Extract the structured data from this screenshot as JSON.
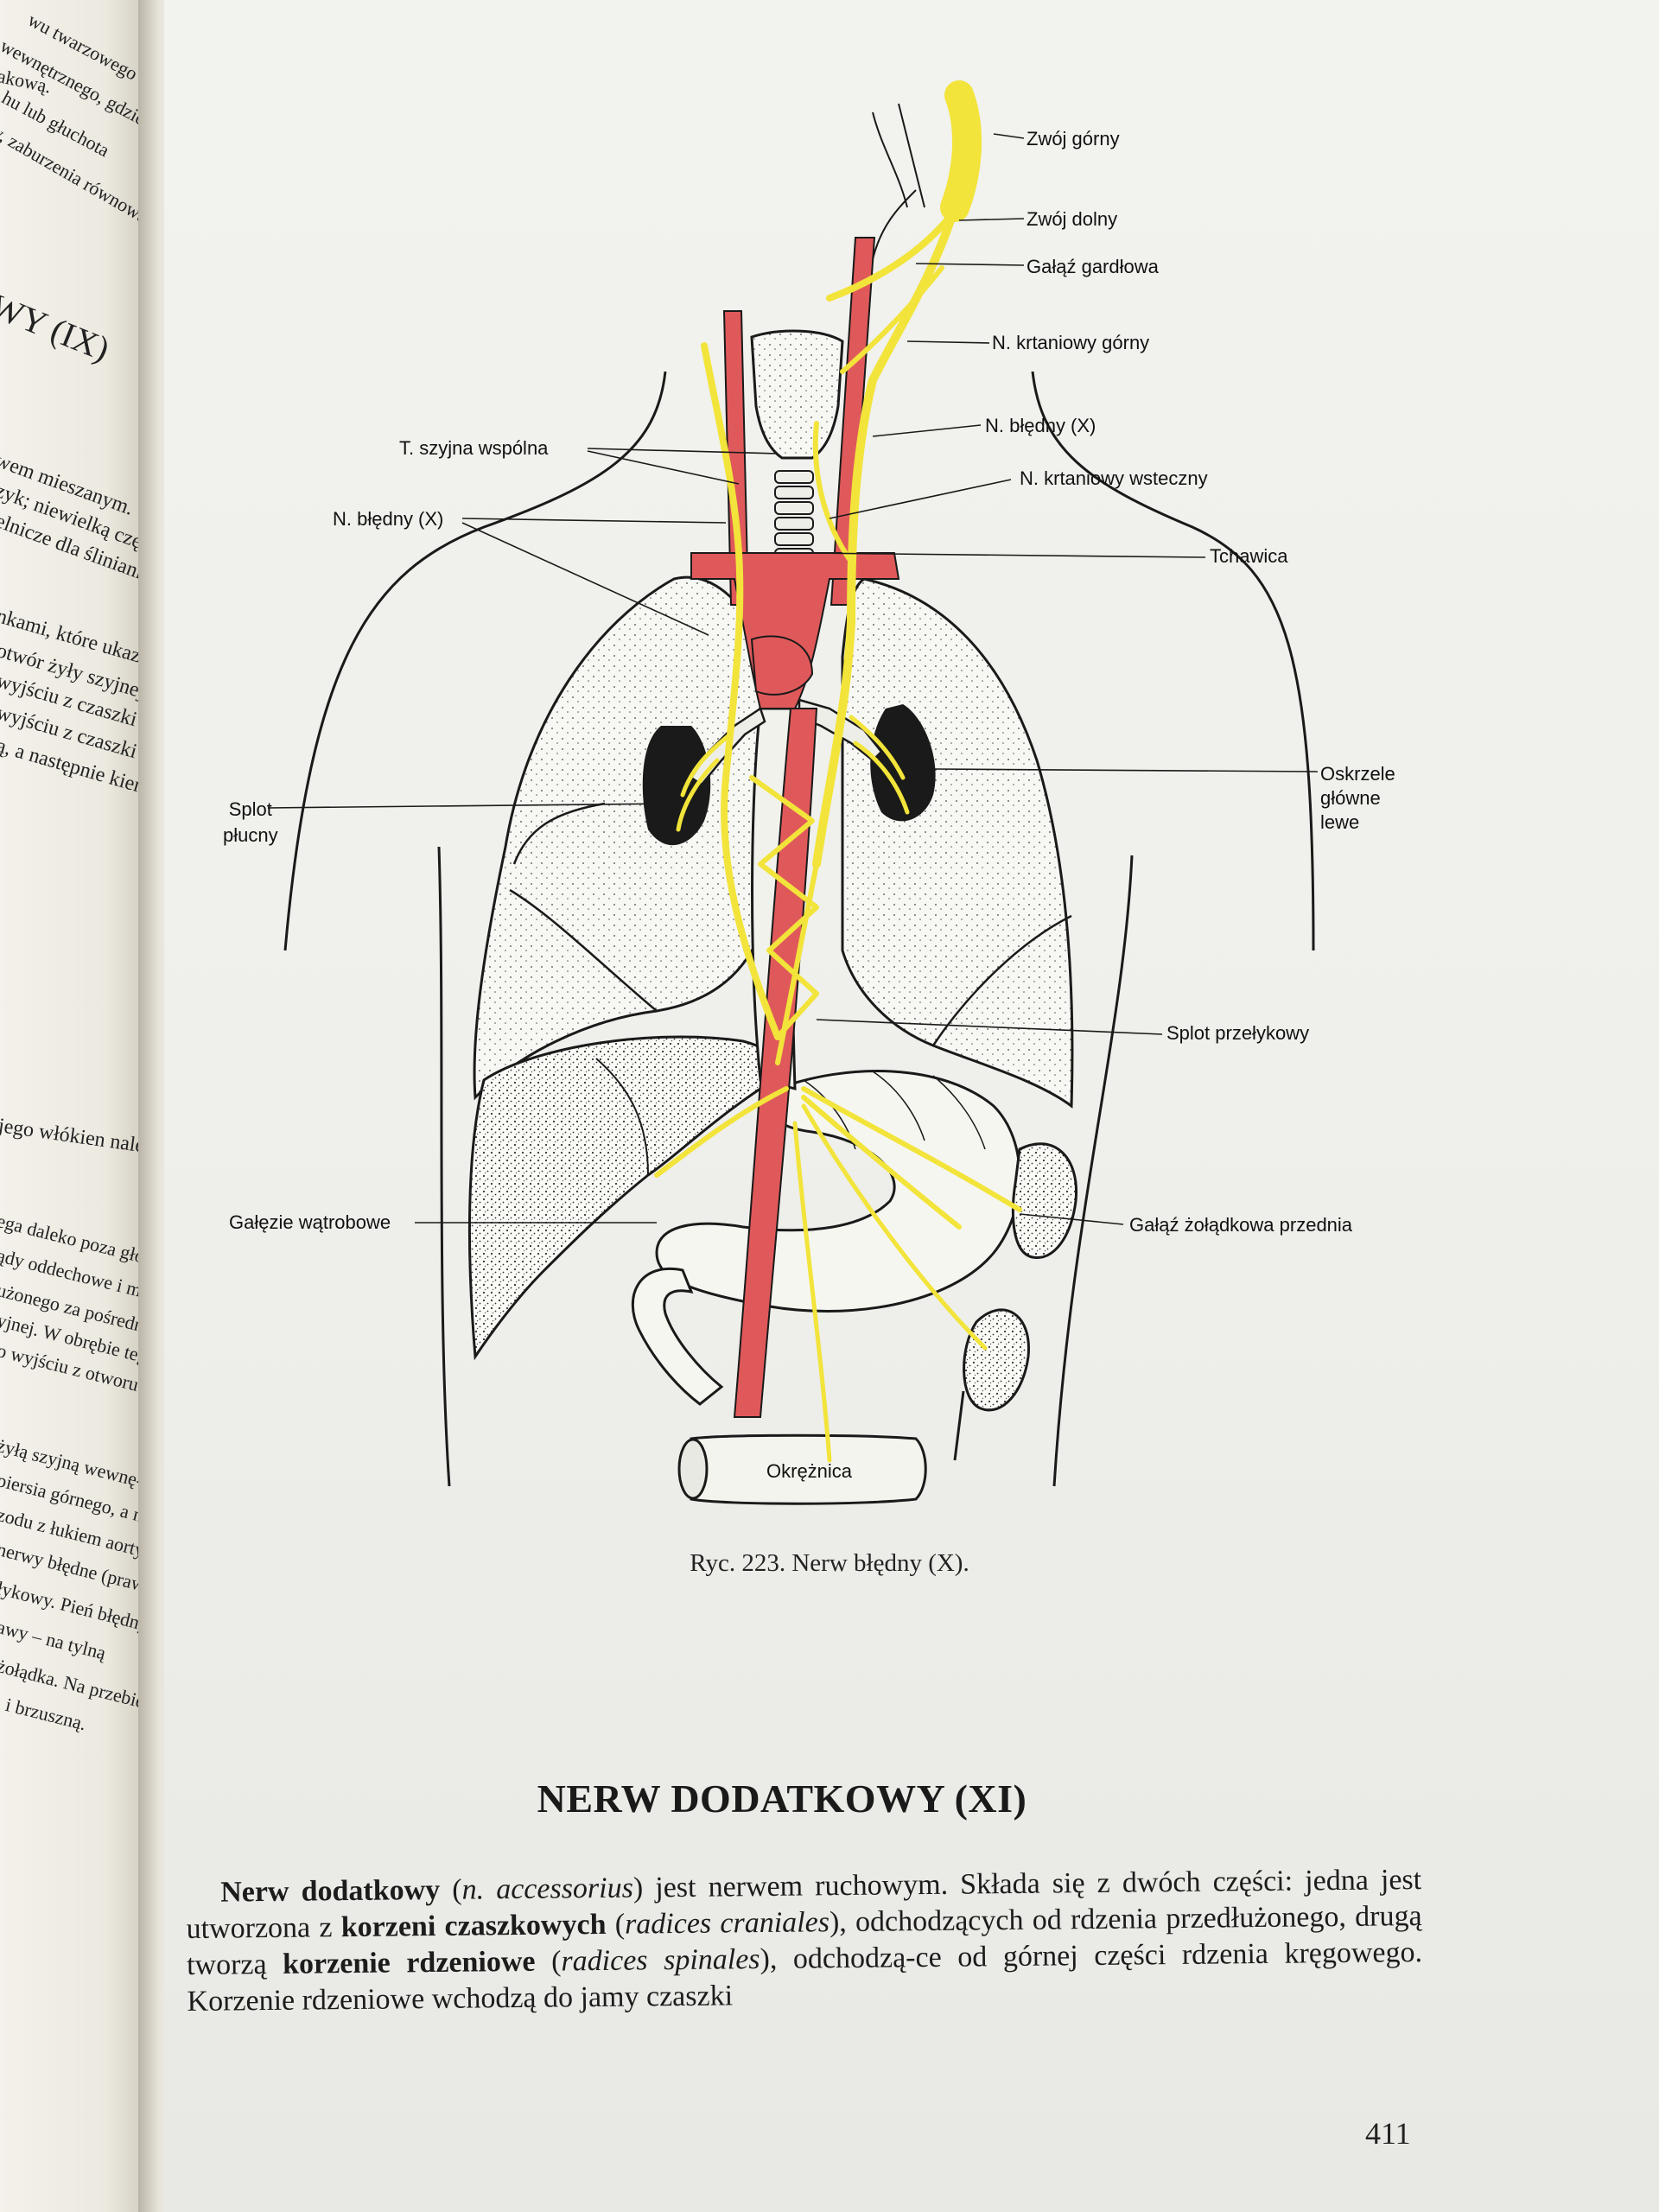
{
  "left_page": {
    "fragments": [
      "wu twarzowego",
      "wewnętrznego, gdzie",
      "akową.",
      "hu lub głuchota",
      "y, zaburzenia równowagi",
      "WY (IX)",
      "wem mieszanym. Włókna",
      "zyk; niewielką część",
      "elnicze dla ślinianki",
      "nkami, które ukazują się",
      "otwór żyły szyjnej. W",
      "wyjściu z czaszki",
      "wyjściu z czaszki biegną",
      "ą, a następnie kierują się",
      "jego włókien należy do",
      "ega daleko poza głowę,",
      "ądy oddechowe i mięś-",
      "użonego za pośrednic-",
      "yjnej. W obrębie tego",
      "o wyjściu z otworu –",
      "żyłą szyjną wewnę-",
      "piersia górnego, a na-",
      "zodu z łukiem aorty",
      "nerwy błędne (prawy",
      "łykowy. Pień błędny",
      "awy – na tylną",
      "żołądka. Na przebie-",
      "i brzuszną."
    ]
  },
  "figure": {
    "labels": {
      "zwoj_gorny": "Zwój górny",
      "zwoj_dolny": "Zwój dolny",
      "galaz_gardlowa": "Gałąź gardłowa",
      "n_krtaniowy_gorny": "N. krtaniowy górny",
      "n_bledny_right": "N. błędny (X)",
      "t_szyjna_wspolna": "T. szyjna wspólna",
      "n_krtaniowy_wsteczny": "N. krtaniowy wsteczny",
      "n_bledny_left": "N. błędny (X)",
      "tchawica": "Tchawica",
      "oskrzele_1": "Oskrzele",
      "oskrzele_2": "główne",
      "oskrzele_3": "lewe",
      "splot_plucny_1": "Splot",
      "splot_plucny_2": "płucny",
      "splot_przelykowy": "Splot przełykowy",
      "galezie_watrobowe": "Gałęzie wątrobowe",
      "galaz_zoladkowa": "Gałąź żołądkowa przednia",
      "okreznica": "Okrężnica"
    },
    "colors": {
      "nerve": "#f2e43a",
      "artery": "#e0595a",
      "ink": "#1a1a1a"
    }
  },
  "caption": "Ryc. 223. Nerw błędny (X).",
  "section": {
    "title": "NERW DODATKOWY (XI)",
    "para": {
      "b1": "Nerw dodatkowy",
      "t1": " (",
      "i1": "n. accessorius",
      "t2": ") jest nerwem ruchowym. Składa się z dwóch części: jedna jest utworzona z ",
      "b2": "korzeni czaszkowych",
      "t3": " (",
      "i2": "radices craniales",
      "t4": "), odchodzących od rdzenia przedłużonego, drugą tworzą ",
      "b3": "korzenie rdzeniowe",
      "t5": " (",
      "i3": "radices spinales",
      "t6": "), odchodzą-ce od górnej części rdzenia kręgowego. Korzenie rdzeniowe wchodzą do jamy czaszki"
    }
  },
  "page_number": "411"
}
